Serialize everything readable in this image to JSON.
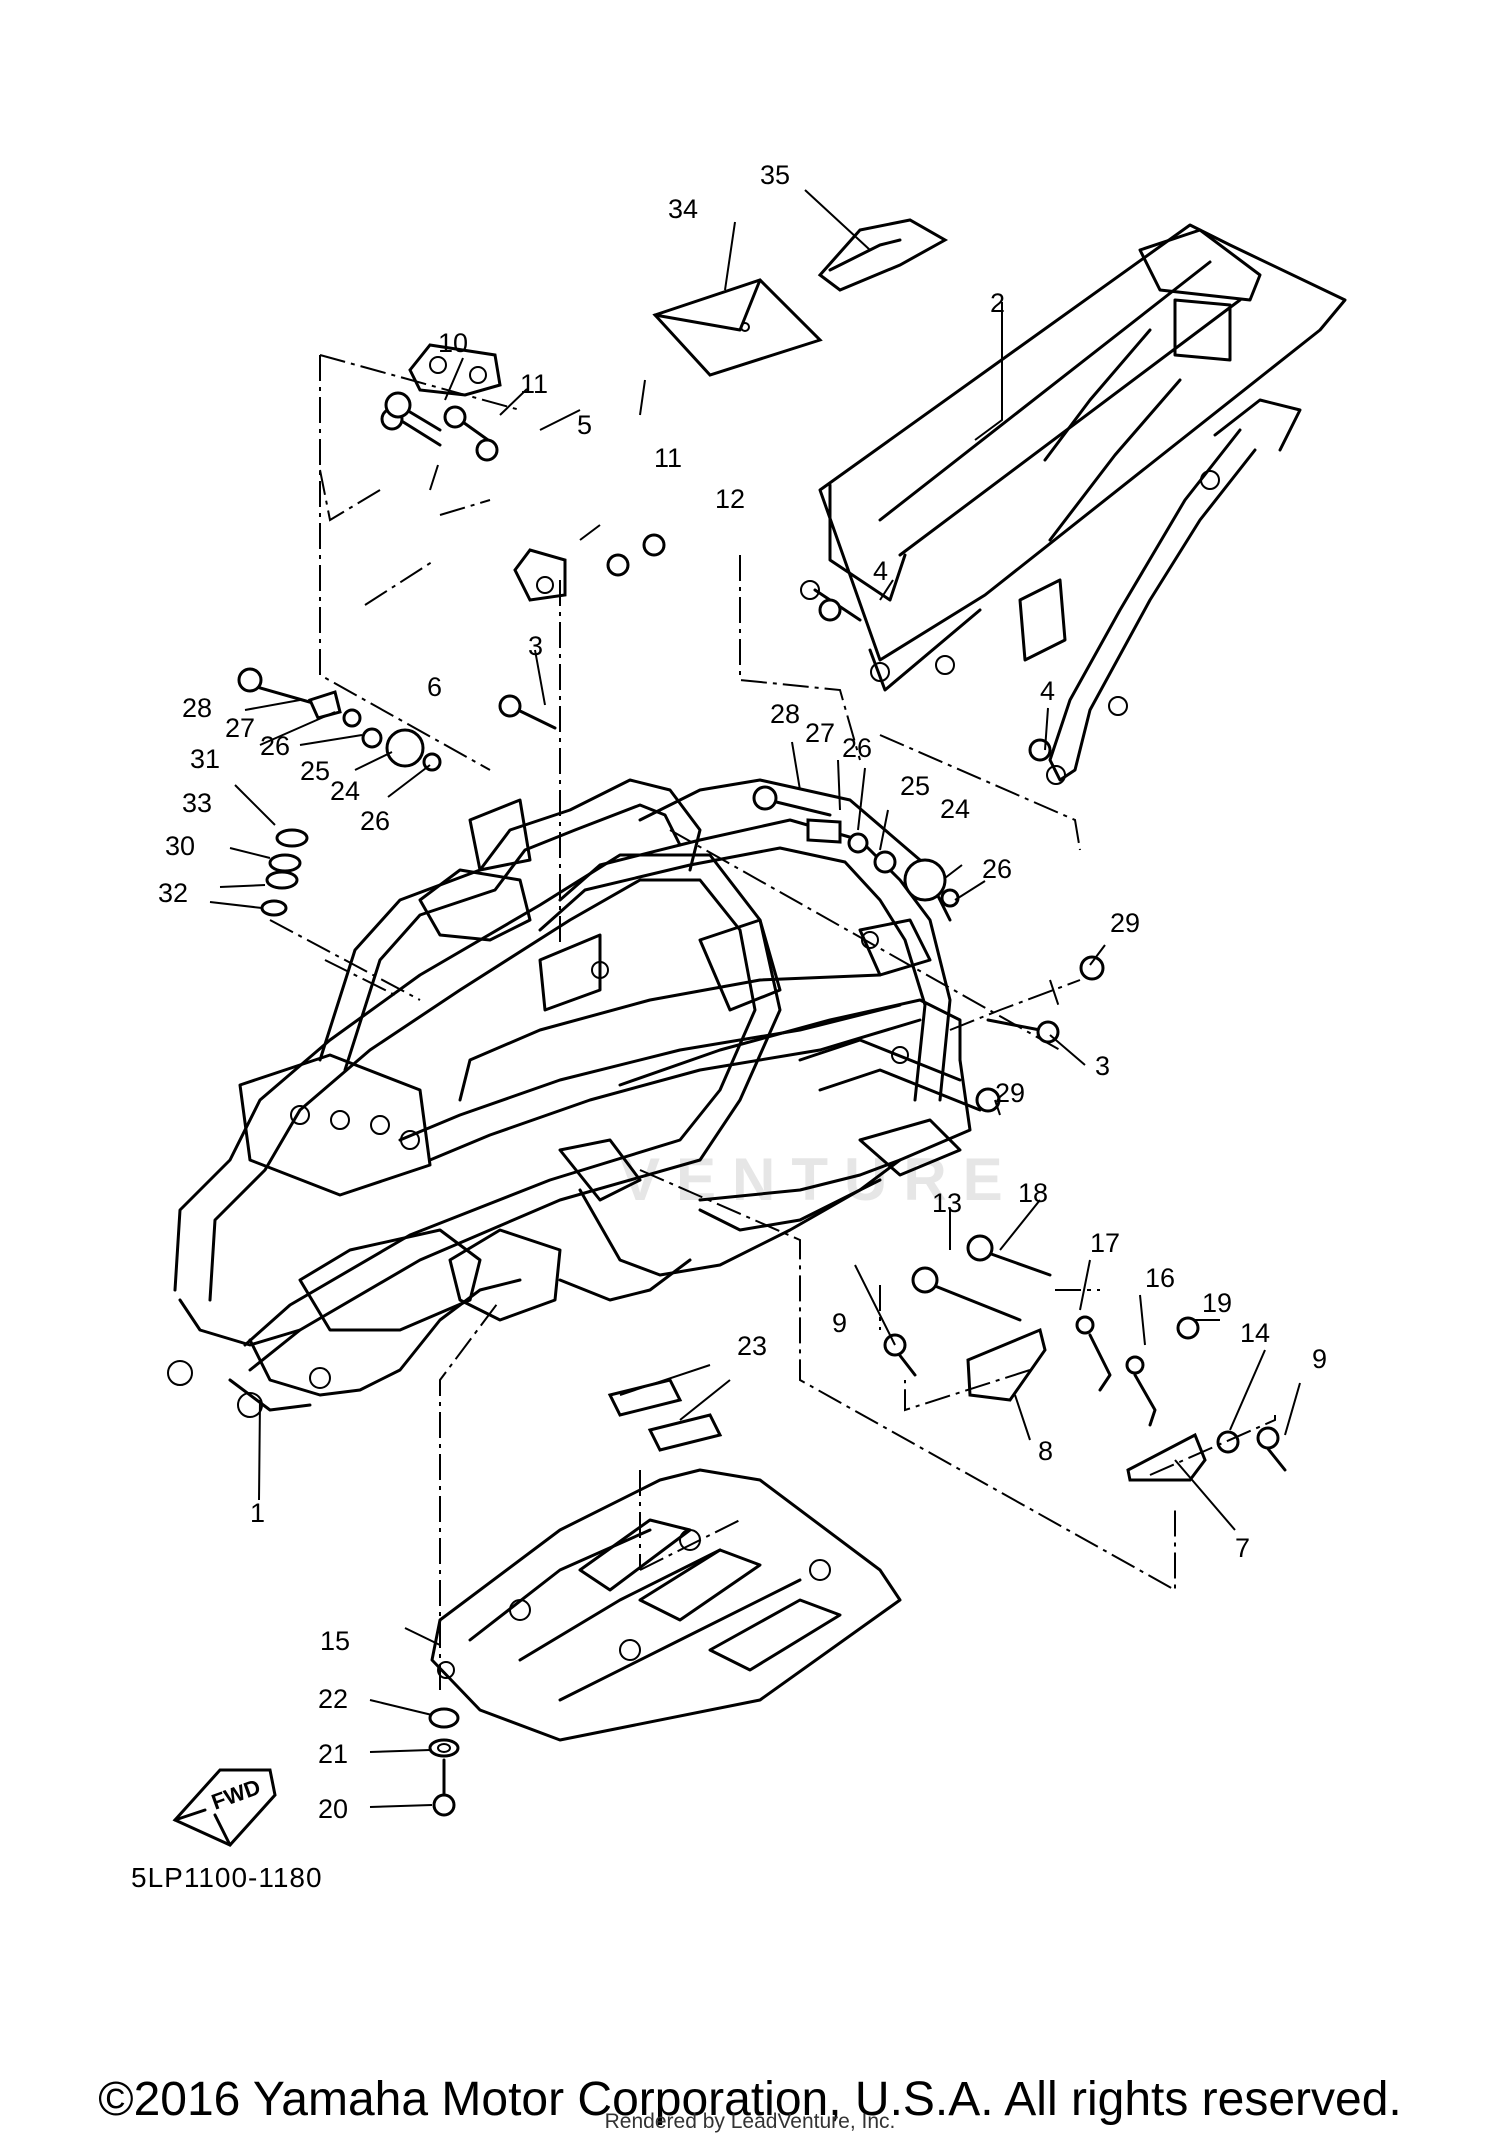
{
  "diagram": {
    "code": "5LP1100-1180",
    "copyright": "©2016 Yamaha Motor Corporation, U.S.A. All rights reserved.",
    "rendered_by": "Rendered by LeadVenture, Inc.",
    "watermark": "VENTURE",
    "fwd_label": "FWD"
  },
  "callouts": [
    {
      "id": "c1",
      "label": "1"
    },
    {
      "id": "c2",
      "label": "2"
    },
    {
      "id": "c3a",
      "label": "3"
    },
    {
      "id": "c3b",
      "label": "3"
    },
    {
      "id": "c4a",
      "label": "4"
    },
    {
      "id": "c4b",
      "label": "4"
    },
    {
      "id": "c5",
      "label": "5"
    },
    {
      "id": "c6",
      "label": "6"
    },
    {
      "id": "c7",
      "label": "7"
    },
    {
      "id": "c8",
      "label": "8"
    },
    {
      "id": "c9a",
      "label": "9"
    },
    {
      "id": "c9b",
      "label": "9"
    },
    {
      "id": "c10",
      "label": "10"
    },
    {
      "id": "c11a",
      "label": "11"
    },
    {
      "id": "c11b",
      "label": "11"
    },
    {
      "id": "c12",
      "label": "12"
    },
    {
      "id": "c13",
      "label": "13"
    },
    {
      "id": "c14",
      "label": "14"
    },
    {
      "id": "c15",
      "label": "15"
    },
    {
      "id": "c16",
      "label": "16"
    },
    {
      "id": "c17",
      "label": "17"
    },
    {
      "id": "c18",
      "label": "18"
    },
    {
      "id": "c19",
      "label": "19"
    },
    {
      "id": "c20",
      "label": "20"
    },
    {
      "id": "c21",
      "label": "21"
    },
    {
      "id": "c22",
      "label": "22"
    },
    {
      "id": "c23",
      "label": "23"
    },
    {
      "id": "c24a",
      "label": "24"
    },
    {
      "id": "c24b",
      "label": "24"
    },
    {
      "id": "c25a",
      "label": "25"
    },
    {
      "id": "c25b",
      "label": "25"
    },
    {
      "id": "c26a",
      "label": "26"
    },
    {
      "id": "c26b",
      "label": "26"
    },
    {
      "id": "c26c",
      "label": "26"
    },
    {
      "id": "c26d",
      "label": "26"
    },
    {
      "id": "c27a",
      "label": "27"
    },
    {
      "id": "c27b",
      "label": "27"
    },
    {
      "id": "c28a",
      "label": "28"
    },
    {
      "id": "c28b",
      "label": "28"
    },
    {
      "id": "c29a",
      "label": "29"
    },
    {
      "id": "c29b",
      "label": "29"
    },
    {
      "id": "c30",
      "label": "30"
    },
    {
      "id": "c31",
      "label": "31"
    },
    {
      "id": "c32",
      "label": "32"
    },
    {
      "id": "c33",
      "label": "33"
    },
    {
      "id": "c34",
      "label": "34"
    },
    {
      "id": "c35",
      "label": "35"
    }
  ]
}
